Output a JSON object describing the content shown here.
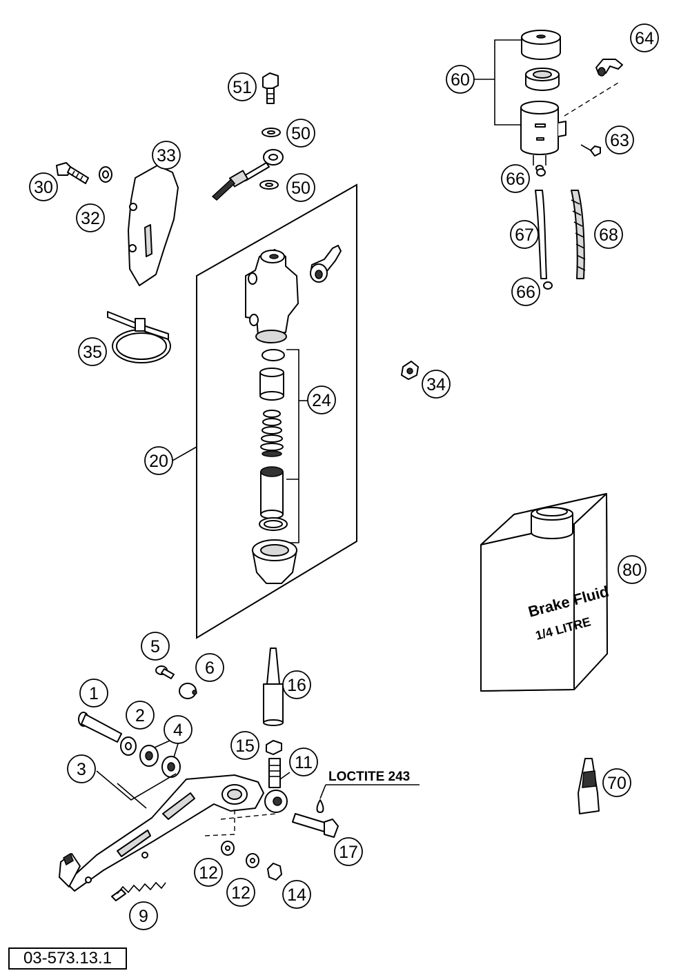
{
  "document_number": "03-573.13.1",
  "loctite_label": "LOCTITE 243",
  "container_label": {
    "line1": "Brake Fluid",
    "line2": "1/4 LITRE"
  },
  "callouts": [
    "1",
    "2",
    "3",
    "4",
    "5",
    "6",
    "9",
    "11",
    "12",
    "12",
    "14",
    "15",
    "16",
    "17",
    "20",
    "24",
    "30",
    "32",
    "33",
    "34",
    "35",
    "50",
    "50",
    "51",
    "60",
    "63",
    "64",
    "66",
    "66",
    "67",
    "68",
    "70",
    "80"
  ],
  "colors": {
    "line": "#000000",
    "background": "#ffffff",
    "shade": "#d9d9d9"
  }
}
